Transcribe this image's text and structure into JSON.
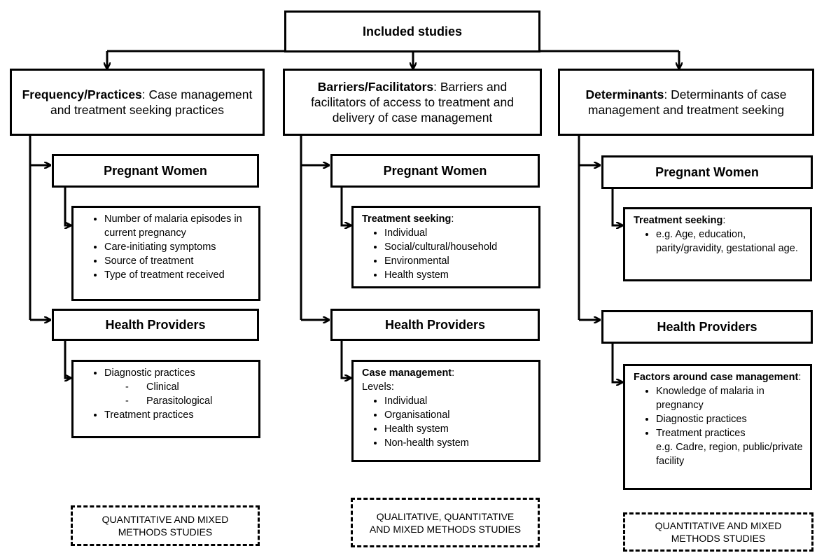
{
  "top": {
    "title": "Included studies"
  },
  "columns": [
    {
      "id": "frequency",
      "category_bold": "Frequency/Practices",
      "category_rest": ": Case management and treatment seeking practices",
      "women": {
        "label": "Pregnant Women",
        "heading": "",
        "items": [
          "Number of malaria episodes in current pregnancy",
          "Care-initiating symptoms",
          "Source of treatment",
          "Type of treatment received"
        ]
      },
      "providers": {
        "label": "Health Providers",
        "heading": "",
        "items": [
          "Diagnostic practices",
          "Treatment practices"
        ],
        "subitems": [
          "Clinical",
          "Parasitological"
        ]
      },
      "methods": "QUANTITATIVE AND MIXED METHODS STUDIES"
    },
    {
      "id": "barriers",
      "category_bold": "Barriers/Facilitators",
      "category_rest": ": Barriers and facilitators of access to treatment and delivery of case management",
      "women": {
        "label": "Pregnant Women",
        "heading": "Treatment seeking",
        "items": [
          "Individual",
          "Social/cultural/household",
          "Environmental",
          "Health system"
        ]
      },
      "providers": {
        "label": "Health Providers",
        "heading": "Case management",
        "levels": "Levels:",
        "items": [
          "Individual",
          "Organisational",
          "Health system",
          "Non-health system"
        ]
      },
      "methods": "QUALITATIVE, QUANTITATIVE AND MIXED METHODS STUDIES"
    },
    {
      "id": "determinants",
      "category_bold": "Determinants",
      "category_rest": ": Determinants of case management and treatment seeking",
      "women": {
        "label": "Pregnant Women",
        "heading": "Treatment seeking",
        "items": [
          "e.g. Age, education, parity/gravidity, gestational age."
        ]
      },
      "providers": {
        "label": "Health Providers",
        "heading": "Factors around case management",
        "items": [
          "Knowledge of malaria in pregnancy",
          "Diagnostic practices",
          "Treatment practices"
        ],
        "note": "e.g. Cadre, region, public/private facility"
      },
      "methods": "QUANTITATIVE AND MIXED METHODS STUDIES"
    }
  ]
}
